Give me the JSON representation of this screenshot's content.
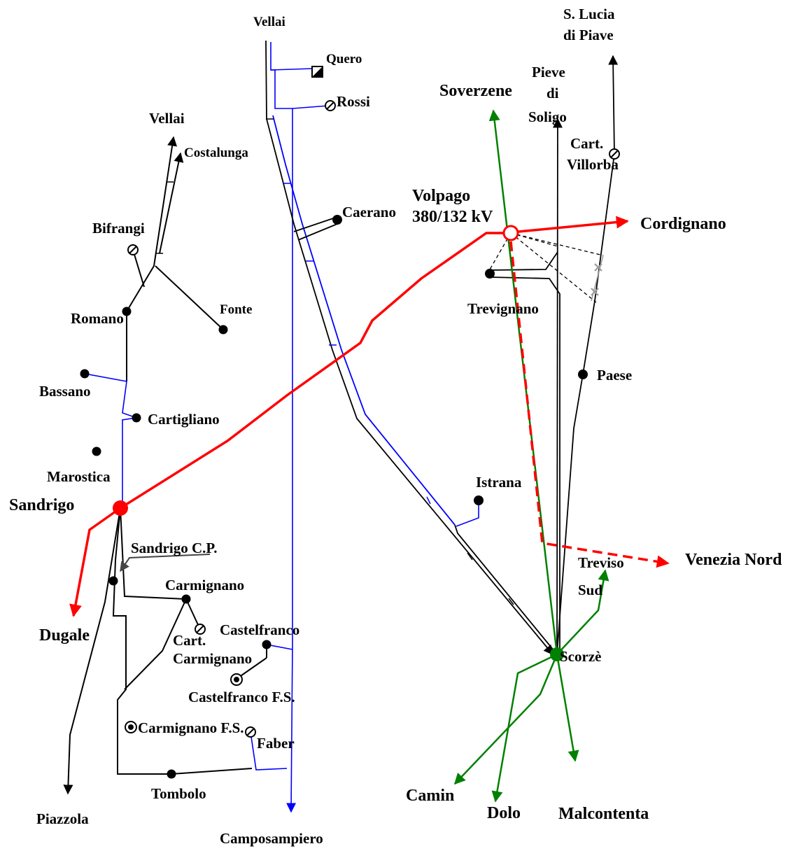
{
  "colors": {
    "line_380kv": "#ff0000",
    "line_220kv": "#008000",
    "line_132kv_blue": "#0000ff",
    "line_132kv_black": "#000000",
    "planned_line": "#ff0000",
    "dismantled_marker": "#9a9a9a"
  },
  "labels": {
    "vellai_top": "Vellai",
    "quero": "Quero",
    "rossi": "Rossi",
    "vellai_left": "Vellai",
    "costalunga": "Costalunga",
    "bifrangi": "Bifrangi",
    "romano": "Romano",
    "fonte": "Fonte",
    "bassano": "Bassano",
    "cartigliano": "Cartigliano",
    "marostica": "Marostica",
    "sandrigo": "Sandrigo",
    "sandrigo_cp": "Sandrigo C.P.",
    "dugale": "Dugale",
    "carmignano": "Carmignano",
    "cart_carmignano_1": "Cart.",
    "cart_carmignano_2": "Carmignano",
    "castelfranco": "Castelfranco",
    "castelfranco_fs": "Castelfranco F.S.",
    "carmignano_fs": "Carmignano F.S.",
    "faber": "Faber",
    "tombolo": "Tombolo",
    "piazzola": "Piazzola",
    "camposampiero": "Camposampiero",
    "caerano": "Caerano",
    "soverzene": "Soverzene",
    "volpago_1": "Volpago",
    "volpago_2": "380/132 kV",
    "cordignano": "Cordignano",
    "pieve_1": "Pieve",
    "pieve_2": "di",
    "pieve_3": "Soligo",
    "slucia_1": "S. Lucia",
    "slucia_2": "di Piave",
    "cart_villorba_1": "Cart.",
    "cart_villorba_2": "Villorba",
    "trevignano": "Trevignano",
    "paese": "Paese",
    "istrana": "Istrana",
    "venezia_nord": "Venezia Nord",
    "treviso_sud_1": "Treviso",
    "treviso_sud_2": "Sud",
    "scorze": "Scorzè",
    "camin": "Camin",
    "dolo": "Dolo",
    "malcontenta": "Malcontenta"
  }
}
